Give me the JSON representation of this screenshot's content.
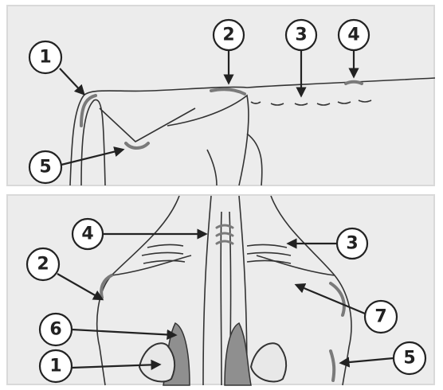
{
  "colors": {
    "background": "#ececec",
    "outline": "#333333",
    "fat_highlight": "#7a7a7a",
    "muscle_fill": "#8f8f8f",
    "callout": "#222222"
  },
  "top_panel": {
    "callouts": [
      "1",
      "2",
      "3",
      "4",
      "5"
    ]
  },
  "bottom_panel": {
    "callouts": [
      "4",
      "3",
      "2",
      "7",
      "6",
      "1",
      "5"
    ]
  }
}
